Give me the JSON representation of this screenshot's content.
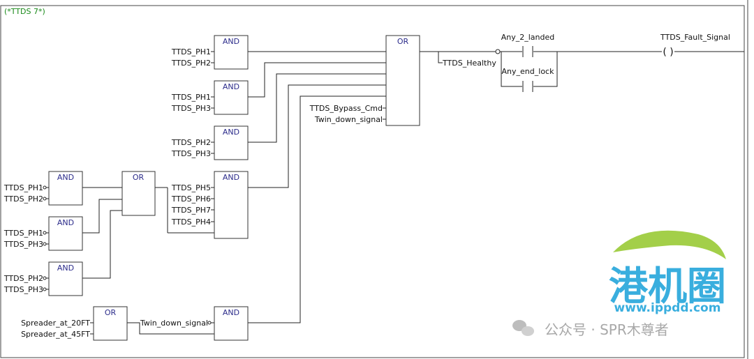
{
  "comment": "(*TTDS 7*)",
  "blocks": {
    "and1": {
      "title": "AND",
      "inputs": [
        "TTDS_PH1",
        "TTDS_PH2"
      ]
    },
    "and2": {
      "title": "AND",
      "inputs": [
        "TTDS_PH1",
        "TTDS_PH3"
      ]
    },
    "and3": {
      "title": "AND",
      "inputs": [
        "TTDS_PH2",
        "TTDS_PH3"
      ]
    },
    "and4": {
      "title": "AND",
      "inputs": [
        "TTDS_PH5",
        "TTDS_PH6",
        "TTDS_PH7",
        "TTDS_PH4"
      ]
    },
    "and5": {
      "title": "AND"
    },
    "or_main": {
      "title": "OR",
      "inputs": [
        "TTDS_Bypass_Cmd",
        "Twin_down_signal"
      ]
    },
    "or_left": {
      "title": "OR"
    },
    "and_l1": {
      "title": "AND",
      "inputs": [
        "TTDS_PH1",
        "TTDS_PH2"
      ]
    },
    "and_l2": {
      "title": "AND",
      "inputs": [
        "TTDS_PH1",
        "TTDS_PH3"
      ]
    },
    "and_l3": {
      "title": "AND",
      "inputs": [
        "TTDS_PH2",
        "TTDS_PH3"
      ]
    },
    "or_sp": {
      "title": "OR",
      "inputs": [
        "Spreader_at_20FT",
        "Spreader_at_45FT"
      ]
    }
  },
  "signals": {
    "healthy": "TTDS_Healthy",
    "twin_down": "Twin_down_signal",
    "contact1": "Any_2_landed",
    "contact2": "Any_end_lock",
    "coil": "TTDS_Fault_Signal",
    "coil_symbol": "( )"
  },
  "watermark": {
    "logo_text": "港机圈",
    "site": "www.ippdd.com",
    "account": "公众号 · SPR木尊者"
  }
}
